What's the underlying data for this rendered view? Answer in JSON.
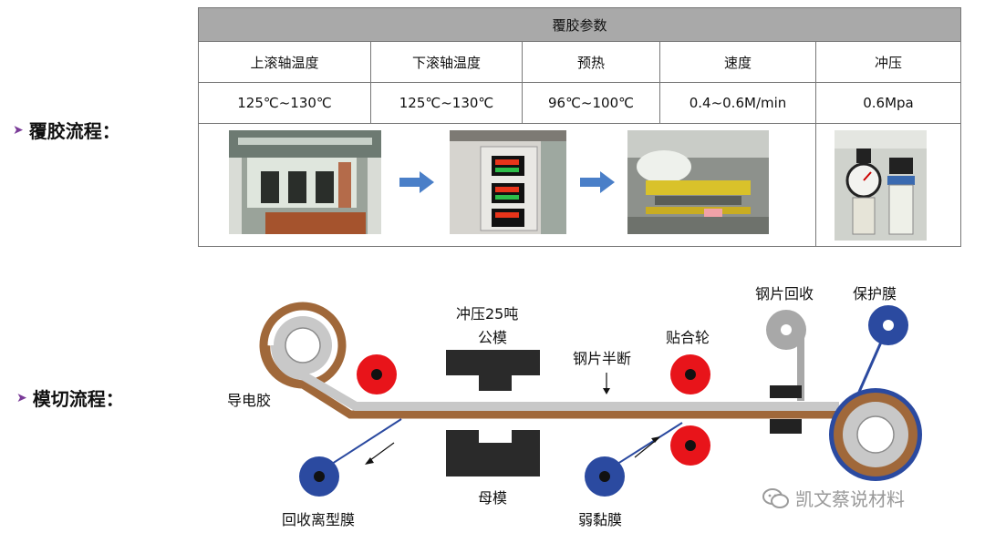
{
  "section_labels": {
    "laminating": "覆胶流程：",
    "die_cutting": "模切流程："
  },
  "table": {
    "title": "覆胶参数",
    "headers": [
      "上滚轴温度",
      "下滚轴温度",
      "预热",
      "速度",
      "冲压"
    ],
    "values": [
      "125℃~130℃",
      "125℃~130℃",
      "96℃~100℃",
      "0.4~0.6M/min",
      "0.6Mpa"
    ]
  },
  "diagram": {
    "labels": {
      "conductive_glue": "导电胶",
      "stamping": "冲压25吨",
      "male_die": "公模",
      "female_die": "母模",
      "half_cut": "钢片半断",
      "laminating_wheel": "贴合轮",
      "steel_recovery": "钢片回收",
      "protective_film": "保护膜",
      "release_film_recovery": "回收离型膜",
      "weak_adhesive_film": "弱黏膜"
    },
    "colors": {
      "brown": "#a0683a",
      "gray": "#c8c8c8",
      "red": "#e8141a",
      "blue": "#2b4aa0",
      "dark": "#222222"
    }
  },
  "watermark": {
    "text": "凯文蔡说材料",
    "icon": "wechat-icon"
  }
}
